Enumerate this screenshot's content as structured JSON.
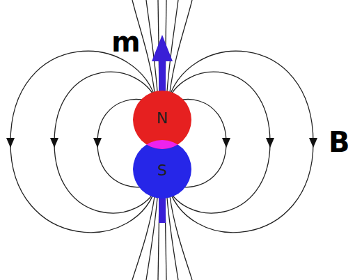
{
  "diagram": {
    "nodes": [
      {
        "text": [
          "N"
        ]
      },
      {
        "text": [
          "S"
        ]
      }
    ],
    "labels": [
      "m",
      "B"
    ]
  }
}
